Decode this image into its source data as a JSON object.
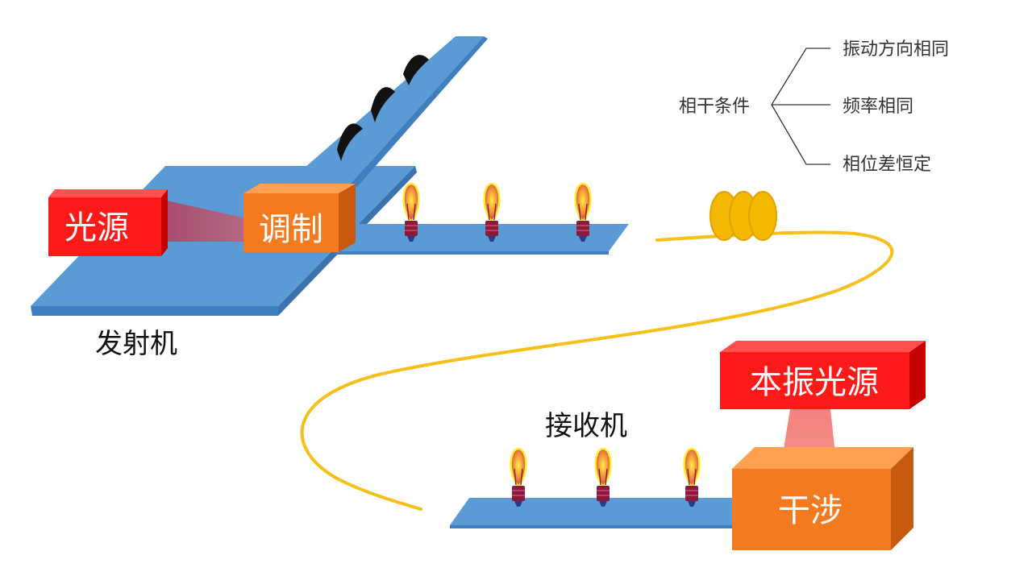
{
  "transmitter": {
    "light_source_label": "光源",
    "modulation_label": "调制",
    "caption": "发射机"
  },
  "receiver": {
    "caption": "接收机",
    "local_oscillator_label": "本振光源",
    "interference_label": "干涉"
  },
  "coherence": {
    "title": "相干条件",
    "conditions": [
      "振动方向相同",
      "频率相同",
      "相位差恒定"
    ]
  },
  "colors": {
    "platform": "#5b9bd5",
    "source_red": "#ff1a1a",
    "modulator_orange": "#f47a20",
    "fiber": "#f5c01a",
    "bulb_glow": "#ffee33",
    "bulb_base": "#8b1a3a"
  }
}
